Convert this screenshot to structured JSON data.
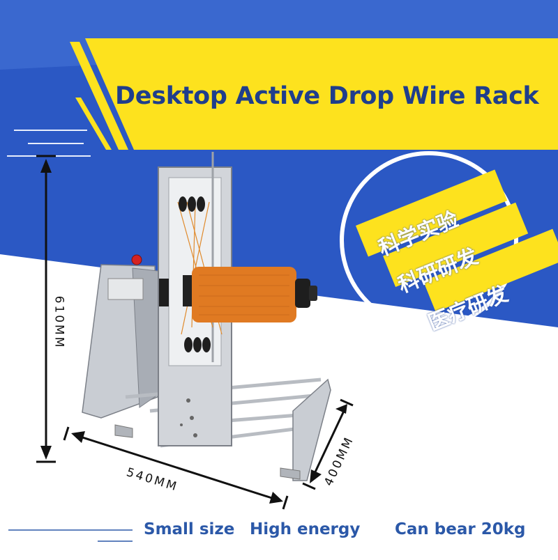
{
  "banner": {
    "title": "Desktop Active Drop Wire Rack"
  },
  "tags": [
    "科学实验",
    "科研研发",
    "医疗研发"
  ],
  "dimensions": {
    "height": "610MM",
    "width": "540MM",
    "depth": "400MM"
  },
  "features": [
    "Small size",
    "High energy",
    "Can bear 20kg"
  ],
  "colors": {
    "blue": "#2b58c4",
    "yellow": "#fde21e",
    "title": "#1f3e8c",
    "feature_text": "#2b58a8",
    "spool": "#e07a22"
  }
}
